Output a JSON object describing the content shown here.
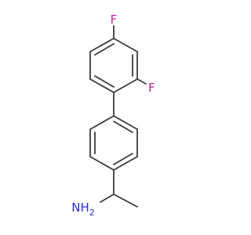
{
  "molecule": {
    "atoms": [
      {
        "id": "f-top",
        "label": "F",
        "color": "#b8249b"
      },
      {
        "id": "f-ortho",
        "label": "F",
        "color": "#b8249b"
      },
      {
        "id": "amine",
        "label": "NH",
        "subscript": "2",
        "color": "#2b2bd6"
      }
    ]
  }
}
